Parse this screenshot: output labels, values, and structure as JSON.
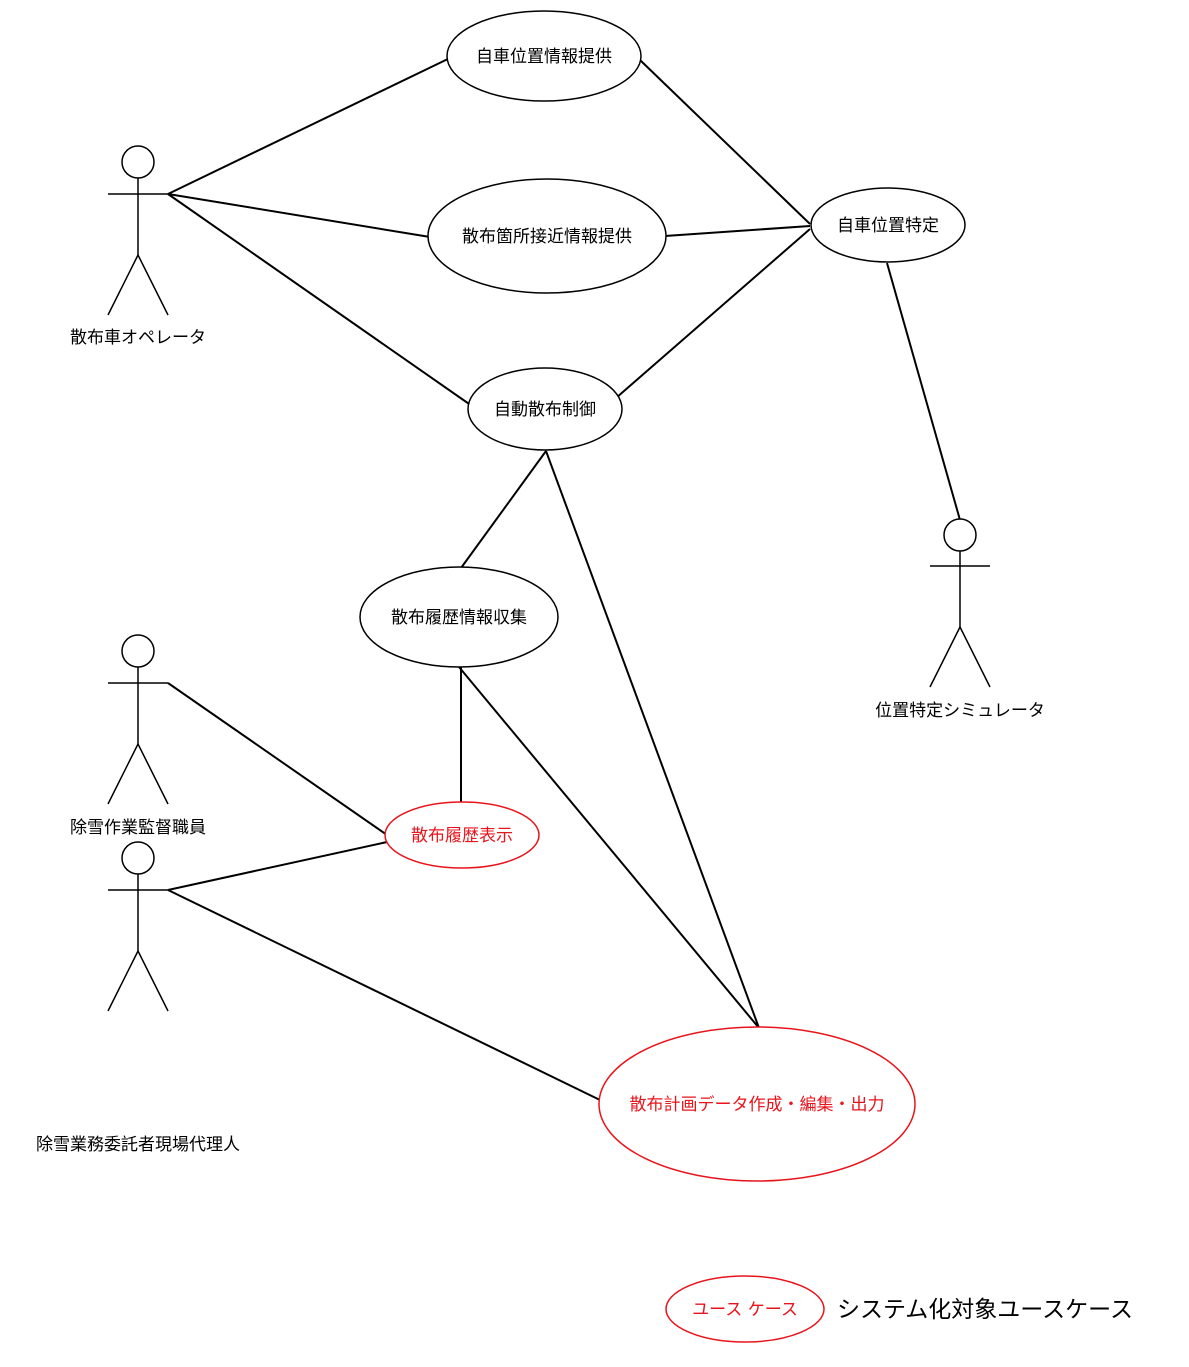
{
  "actors": {
    "operator": "散布車オペレータ",
    "supervisor": "除雪作業監督職員",
    "contractor": "除雪業務委託者現場代理人",
    "simulator": "位置特定シミュレータ"
  },
  "use_cases": {
    "own_position_info": "自車位置情報提供",
    "approach_info": "散布箇所接近情報提供",
    "own_position_identify": "自車位置特定",
    "auto_spread_control": "自動散布制御",
    "history_collect": "散布履歴情報収集",
    "history_display": "散布履歴表示",
    "plan_data": "散布計画データ作成・編集・出力"
  },
  "legend": {
    "sample": "ユース ケース",
    "description": "システム化対象ユースケース"
  },
  "colors": {
    "highlight": "#e8141b",
    "line": "#000000"
  }
}
